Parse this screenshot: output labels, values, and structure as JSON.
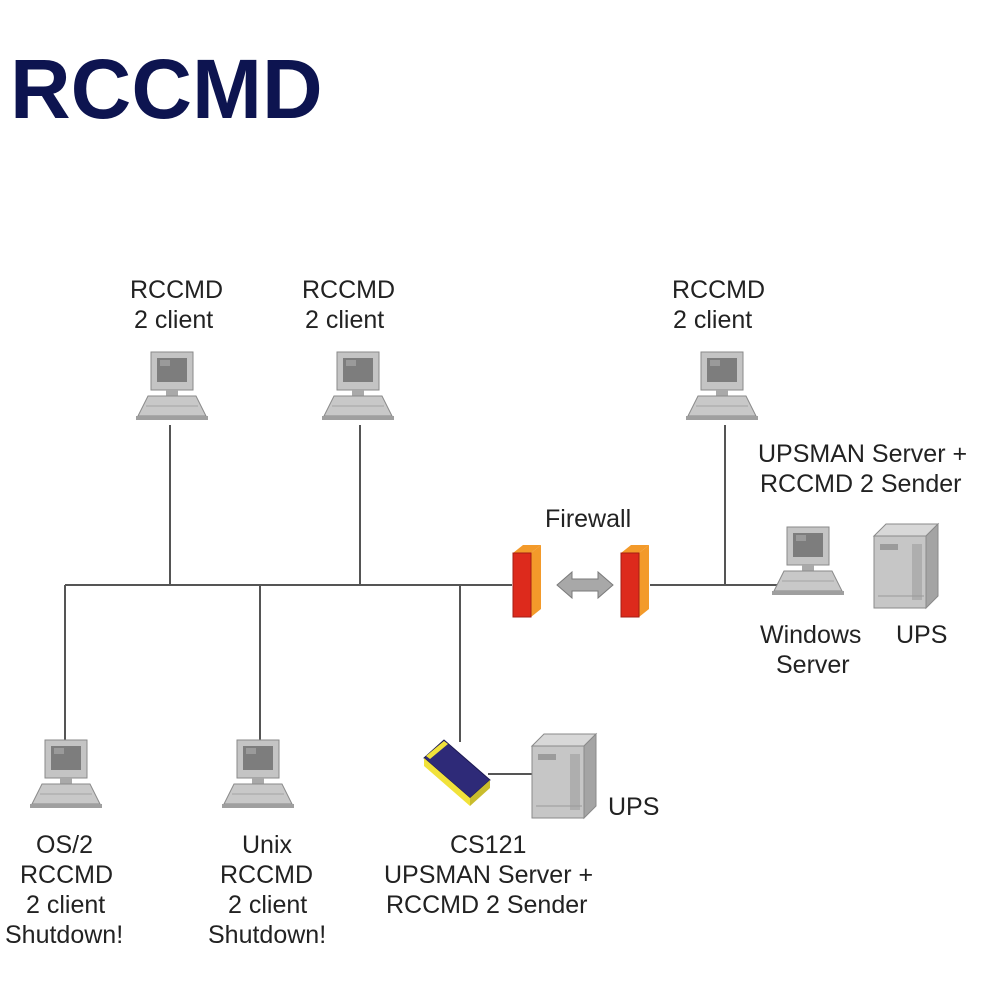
{
  "title": "RCCMD",
  "nodes": {
    "client_top_1": {
      "line1": "RCCMD",
      "line2": "2 client"
    },
    "client_top_2": {
      "line1": "RCCMD",
      "line2": "2 client"
    },
    "client_top_3": {
      "line1": "RCCMD",
      "line2": "2 client"
    },
    "upsman_sender_top": {
      "line1": "UPSMAN Server +",
      "line2": "RCCMD 2 Sender"
    },
    "firewall": {
      "label": "Firewall"
    },
    "windows_server": {
      "line1": "Windows",
      "line2": "Server"
    },
    "ups_right": {
      "label": "UPS"
    },
    "os2_client": {
      "line1": "OS/2",
      "line2": "RCCMD",
      "line3": "2 client",
      "line4": "Shutdown!"
    },
    "unix_client": {
      "line1": "Unix",
      "line2": "RCCMD",
      "line3": "2 client",
      "line4": "Shutdown!"
    },
    "cs121": {
      "line1": "CS121",
      "line2": "UPSMAN Server +",
      "line3": "RCCMD 2 Sender"
    },
    "ups_bottom": {
      "label": "UPS"
    }
  },
  "colors": {
    "title": "#0d1450",
    "firewall_red": "#dd2a1c",
    "firewall_orange": "#f39a2a",
    "cs121_body": "#2e2a78",
    "cs121_stripe": "#f1e23a",
    "computer_gray": "#bfbfbf"
  }
}
